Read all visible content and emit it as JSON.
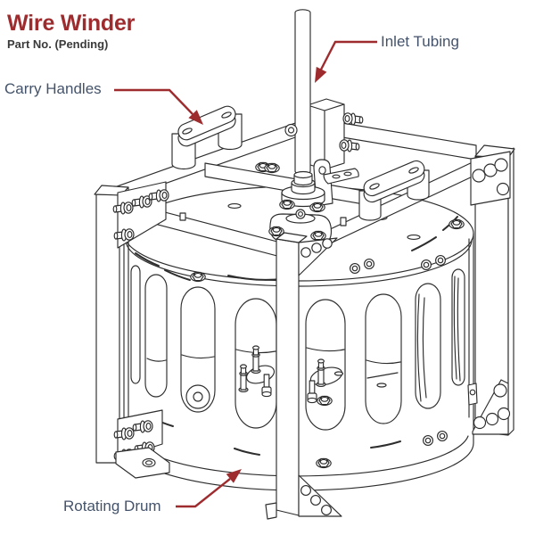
{
  "header": {
    "title": "Wire Winder",
    "subtitle": "Part No. (Pending)"
  },
  "callouts": {
    "carry_handles": {
      "label": "Carry Handles"
    },
    "inlet_tubing": {
      "label": "Inlet Tubing"
    },
    "rotating_drum": {
      "label": "Rotating Drum"
    }
  },
  "figure": {
    "description": "Isometric CAD line drawing of a wire winder: slotted rotating drum inside a four-post carry frame, two carry handles on the top beams, vertical inlet tube clamped at the rear post"
  },
  "colors": {
    "title": "#9e2b2e",
    "subtitle": "#3a3a3a",
    "label": "#44536a",
    "arrow": "#9e2b2e",
    "line": "#2d2d2d",
    "background": "#ffffff"
  }
}
